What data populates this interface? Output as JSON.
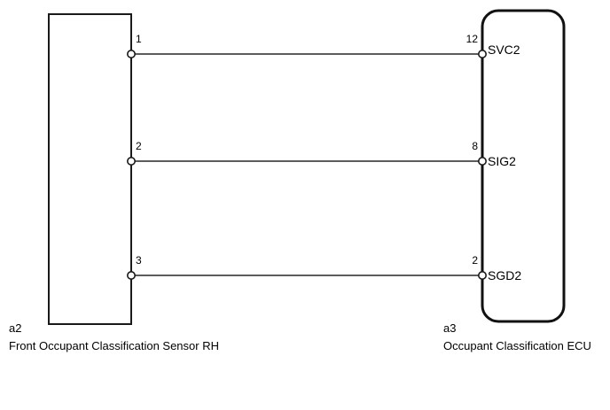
{
  "diagram": {
    "type": "wiring-diagram",
    "background_color": "#ffffff",
    "wire_color": "#5c5c5c",
    "outline_color": "#1a1a1a",
    "left_component": {
      "code": "a2",
      "description": "Front Occupant Classification Sensor RH",
      "shape": "rectangle",
      "pins": [
        {
          "number": "1"
        },
        {
          "number": "2"
        },
        {
          "number": "3"
        }
      ]
    },
    "right_component": {
      "code": "a3",
      "description": "Occupant Classification ECU",
      "shape": "rounded-rectangle",
      "pins": [
        {
          "number": "12",
          "name": "SVC2"
        },
        {
          "number": "8",
          "name": "SIG2"
        },
        {
          "number": "2",
          "name": "SGD2"
        }
      ]
    },
    "connections": [
      {
        "from_pin": "1",
        "to_pin": "12",
        "to_name": "SVC2"
      },
      {
        "from_pin": "2",
        "to_pin": "8",
        "to_name": "SIG2"
      },
      {
        "from_pin": "3",
        "to_pin": "2",
        "to_name": "SGD2"
      }
    ]
  }
}
